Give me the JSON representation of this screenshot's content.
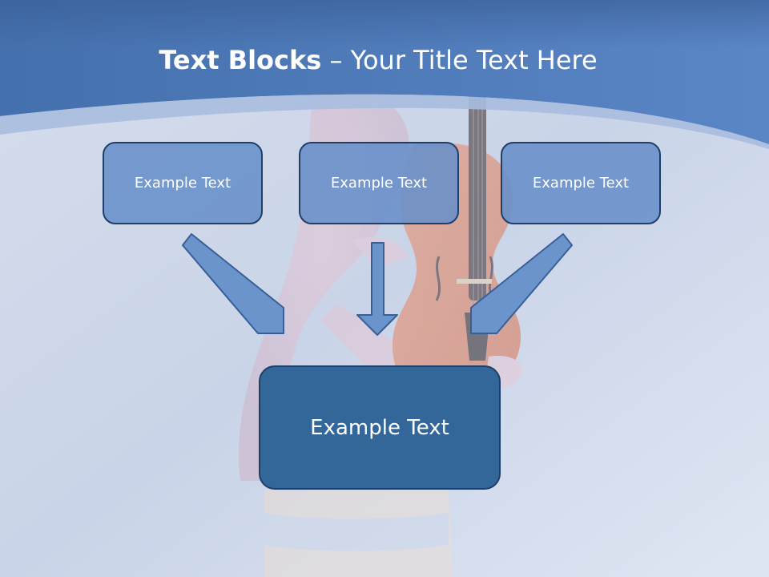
{
  "slide": {
    "title_bold": "Text Blocks",
    "title_dash": " – ",
    "title_rest": "Your Title Text Here",
    "blocks": [
      {
        "label": "Example Text"
      },
      {
        "label": "Example Text"
      },
      {
        "label": "Example Text"
      }
    ],
    "main_block": {
      "label": "Example Text"
    }
  },
  "colors": {
    "header_blue": "#4b77b5",
    "box_fill": "#688fca",
    "main_box_fill": "#336699",
    "arrow_fill": "#6b93cc",
    "border": "#1f3f6a",
    "text": "#ffffff"
  }
}
